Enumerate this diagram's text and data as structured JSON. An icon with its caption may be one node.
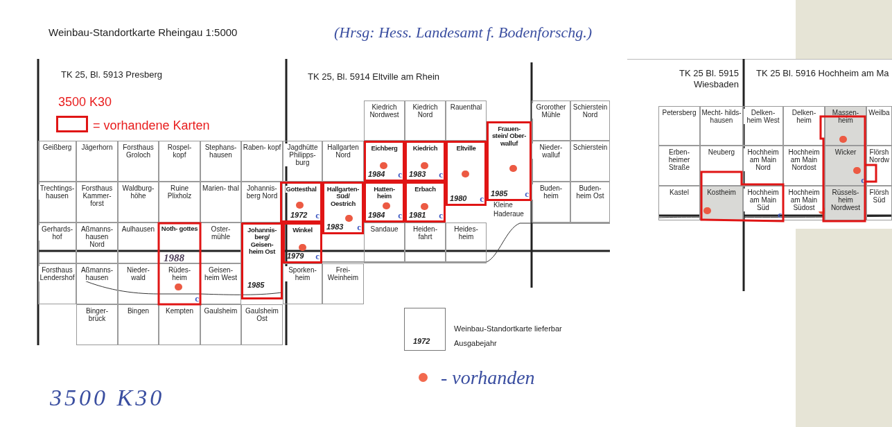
{
  "diagram": {
    "title": "Weinbau-Standortkarte Rheingau 1:5000",
    "nodes": [
      {
        "text": [
          "Kiedrich Nordwest"
        ]
      },
      {
        "text": [
          "Kiedrich Nord"
        ]
      },
      {
        "text": [
          "Rauenthal"
        ]
      },
      {
        "text": [
          "Grorother Mühle"
        ]
      },
      {
        "text": [
          "Schierstein Nord"
        ]
      },
      {
        "text": [
          "Geißberg"
        ]
      },
      {
        "text": [
          "Jägerhorn"
        ]
      },
      {
        "text": [
          "Forsthaus Groloch"
        ]
      },
      {
        "text": [
          "Rospel- kopf"
        ]
      },
      {
        "text": [
          "Stephans- hausen"
        ]
      },
      {
        "text": [
          "Raben- kopf"
        ]
      },
      {
        "text": [
          "Jagdhütte Philipps- burg"
        ]
      },
      {
        "text": [
          "Hallgarten Nord"
        ]
      },
      {
        "text": [
          "Eichberg",
          "1984",
          "c"
        ]
      },
      {
        "text": [
          "Kiedrich",
          "1983",
          "c"
        ]
      },
      {
        "text": [
          "Eltville",
          "1980",
          "c"
        ]
      },
      {
        "text": [
          "Frauen- stein/ Ober- walluf",
          "1985",
          "c"
        ]
      },
      {
        "text": [
          "Nieder- walluf"
        ]
      },
      {
        "text": [
          "Schierstein"
        ]
      },
      {
        "text": [
          "Trechtings- hausen"
        ]
      },
      {
        "text": [
          "Forsthaus Kammer- forst"
        ]
      },
      {
        "text": [
          "Waldburg- höhe"
        ]
      },
      {
        "text": [
          "Ruine Plixholz"
        ]
      },
      {
        "text": [
          "Marien- thal"
        ]
      },
      {
        "text": [
          "Johannis- berg Nord"
        ]
      },
      {
        "text": [
          "Gottesthal",
          "1972",
          "c"
        ]
      },
      {
        "text": [
          "Hallgarten- Süd/ Oestrich",
          "1983",
          "c"
        ]
      },
      {
        "text": [
          "Hatten- heim",
          "1984",
          "c"
        ]
      },
      {
        "text": [
          "Erbach",
          "1981",
          "c"
        ]
      },
      {
        "text": [
          "Buden- heim"
        ]
      },
      {
        "text": [
          "Buden- heim Ost"
        ]
      },
      {
        "text": [
          "Gerhards- hof"
        ]
      },
      {
        "text": [
          "Aßmanns- hausen Nord"
        ]
      },
      {
        "text": [
          "Aulhausen"
        ]
      },
      {
        "text": [
          "Noth- gottes",
          "1988"
        ]
      },
      {
        "text": [
          "Oster- mühle"
        ]
      },
      {
        "text": [
          "Johannis- berg/ Geisen- heim Ost",
          "1985"
        ]
      },
      {
        "text": [
          "Winkel",
          "1979",
          "c"
        ]
      },
      {
        "text": [
          "Sandaue"
        ]
      },
      {
        "text": [
          "Heiden- fahrt"
        ]
      },
      {
        "text": [
          "Heides- heim"
        ]
      },
      {
        "text": [
          "Forsthaus Lendershof"
        ]
      },
      {
        "text": [
          "Aßmanns- hausen"
        ]
      },
      {
        "text": [
          "Nieder- wald"
        ]
      },
      {
        "text": [
          "Rüdes- heim",
          "c"
        ]
      },
      {
        "text": [
          "Geisen- heim West"
        ]
      },
      {
        "text": [
          "Sporken- heim"
        ]
      },
      {
        "text": [
          "Frei- Weinheim"
        ]
      },
      {
        "text": [
          "Binger- brück"
        ]
      },
      {
        "text": [
          "Bingen"
        ]
      },
      {
        "text": [
          "Kempten"
        ]
      },
      {
        "text": [
          "Gaulsheim"
        ]
      },
      {
        "text": [
          "Gaulsheim Ost"
        ]
      },
      {
        "text": [
          "Petersberg"
        ]
      },
      {
        "text": [
          "Mecht- hilds- hausen"
        ]
      },
      {
        "text": [
          "Delken- heim West"
        ]
      },
      {
        "text": [
          "Delken- heim"
        ]
      },
      {
        "text": [
          "Massen- heim"
        ]
      },
      {
        "text": [
          "Weilba"
        ]
      },
      {
        "text": [
          "Erben- heimer Straße"
        ]
      },
      {
        "text": [
          "Neuberg"
        ]
      },
      {
        "text": [
          "Hochheim am Main Nord"
        ]
      },
      {
        "text": [
          "Hochheim am Main Nordost"
        ]
      },
      {
        "text": [
          "Wicker",
          "c"
        ]
      },
      {
        "text": [
          "Flörsh Nordw"
        ]
      },
      {
        "text": [
          "Kastel"
        ]
      },
      {
        "text": [
          "Kostheim"
        ]
      },
      {
        "text": [
          "Hochheim am Main Süd",
          "c"
        ]
      },
      {
        "text": [
          "Hochheim am Main Südost"
        ]
      },
      {
        "text": [
          "Rüssels- heim Nordwest"
        ]
      },
      {
        "text": [
          "Flörsh Süd"
        ]
      }
    ],
    "labels": [
      "TK 25, Bl. 5913 Presberg",
      "3500 K30",
      "TK 25, Bl. 5914 Eltville am Rhein",
      "Kleine Haderaue",
      "TK 25 Bl. 5915 Wiesbaden",
      "TK 25 Bl. 5916 Hochheim am Ma",
      "1972",
      "(Hrsg: Hess. Landesamt f. Bodenforschg.)",
      "3500 K30"
    ],
    "legend": [
      {
        "text": "= vorhandene Karten"
      },
      {
        "text": "Weinbau-Standortkarte lieferbar"
      },
      {
        "text": "Ausgabejahr"
      },
      {
        "text": "- vorhanden",
        "color": "#f2694e"
      }
    ]
  }
}
